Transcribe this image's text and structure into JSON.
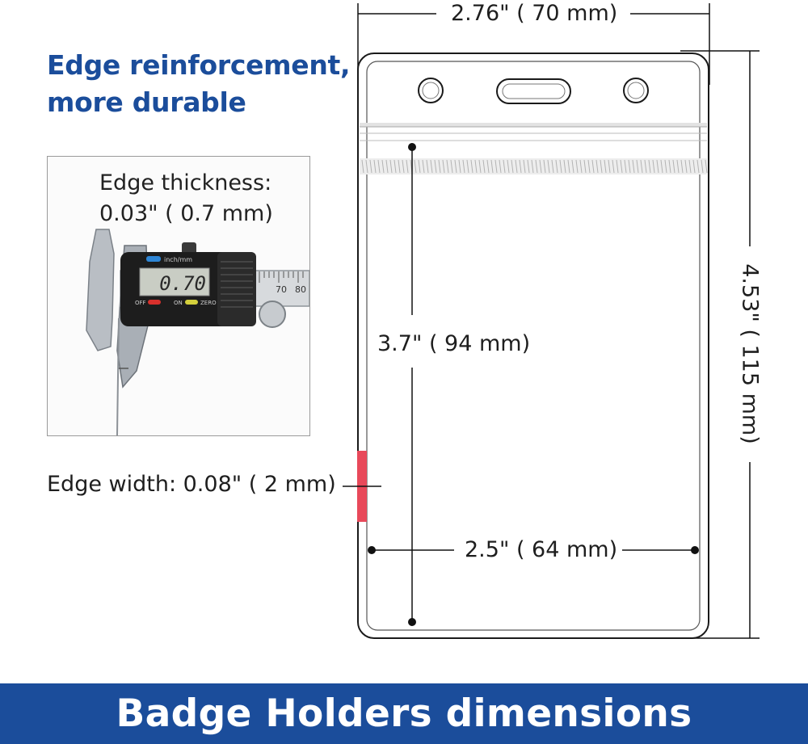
{
  "headline": {
    "line1": "Edge reinforcement,",
    "line2": "more durable"
  },
  "edge_thickness": {
    "label": "Edge thickness:",
    "value": "0.03\" ( 0.7 mm)"
  },
  "caliper": {
    "display": "0.70",
    "mode_label": "inch/mm",
    "off_label": "OFF",
    "on_label": "ON",
    "zero_label": "ZERO",
    "scale_70": "70",
    "scale_80": "80"
  },
  "dimensions": {
    "width_total": "2.76\" ( 70 mm)",
    "height_total": "4.53\" ( 115 mm)",
    "inner_height": "3.7\" ( 94 mm)",
    "inner_width": "2.5\" ( 64 mm)",
    "edge_width": "Edge width: 0.08\" ( 2 mm)"
  },
  "colors": {
    "brand_blue": "#1b4d9b",
    "edge_highlight": "#e8495a"
  },
  "footer": {
    "title": "Badge Holders dimensions"
  }
}
